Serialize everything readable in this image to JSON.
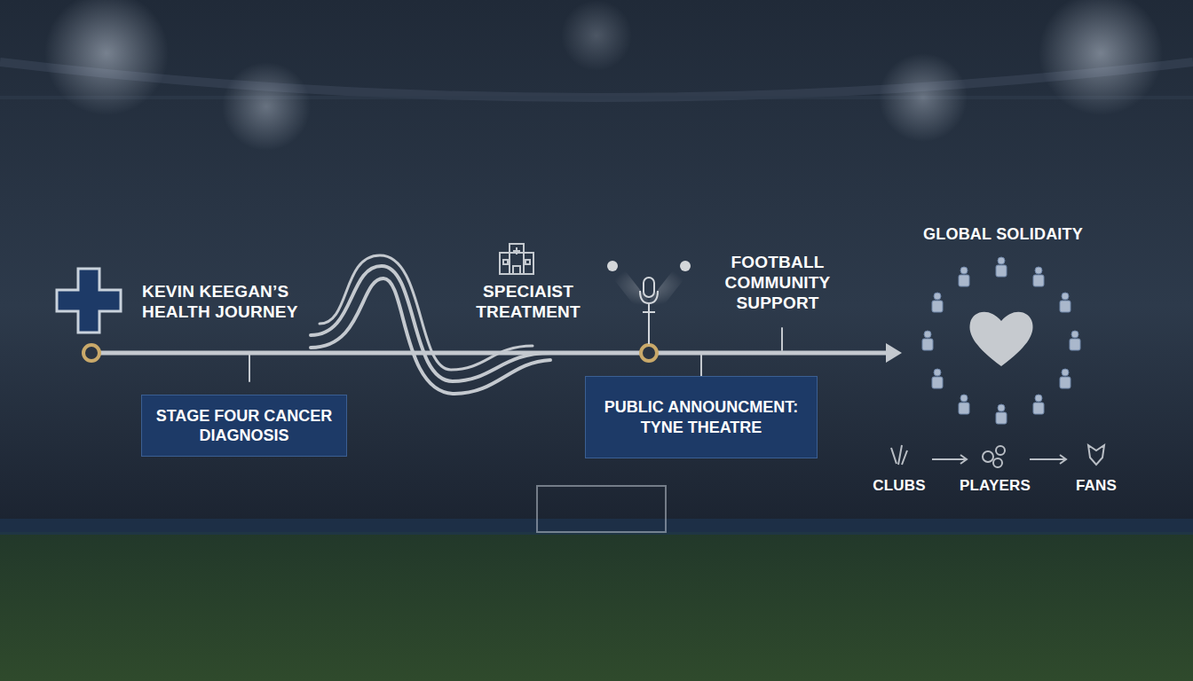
{
  "diagram": {
    "nodes": [
      {
        "text": [
          "STAGE FOUR CANCER DIAGNOSIS"
        ]
      },
      {
        "text": [
          "PUBLIC ANNOUNCMENT: TYNE THEATRE"
        ]
      }
    ],
    "labels": [
      "KEVIN KEEGAN’S HEALTH JOURNEY",
      "SPECIAIST TREATMENT",
      "FOOTBALL COMMUNITY SUPPORT",
      "GLOBAL SOLIDAITY",
      "CLUBS",
      "PLAYERS",
      "FANS"
    ]
  }
}
